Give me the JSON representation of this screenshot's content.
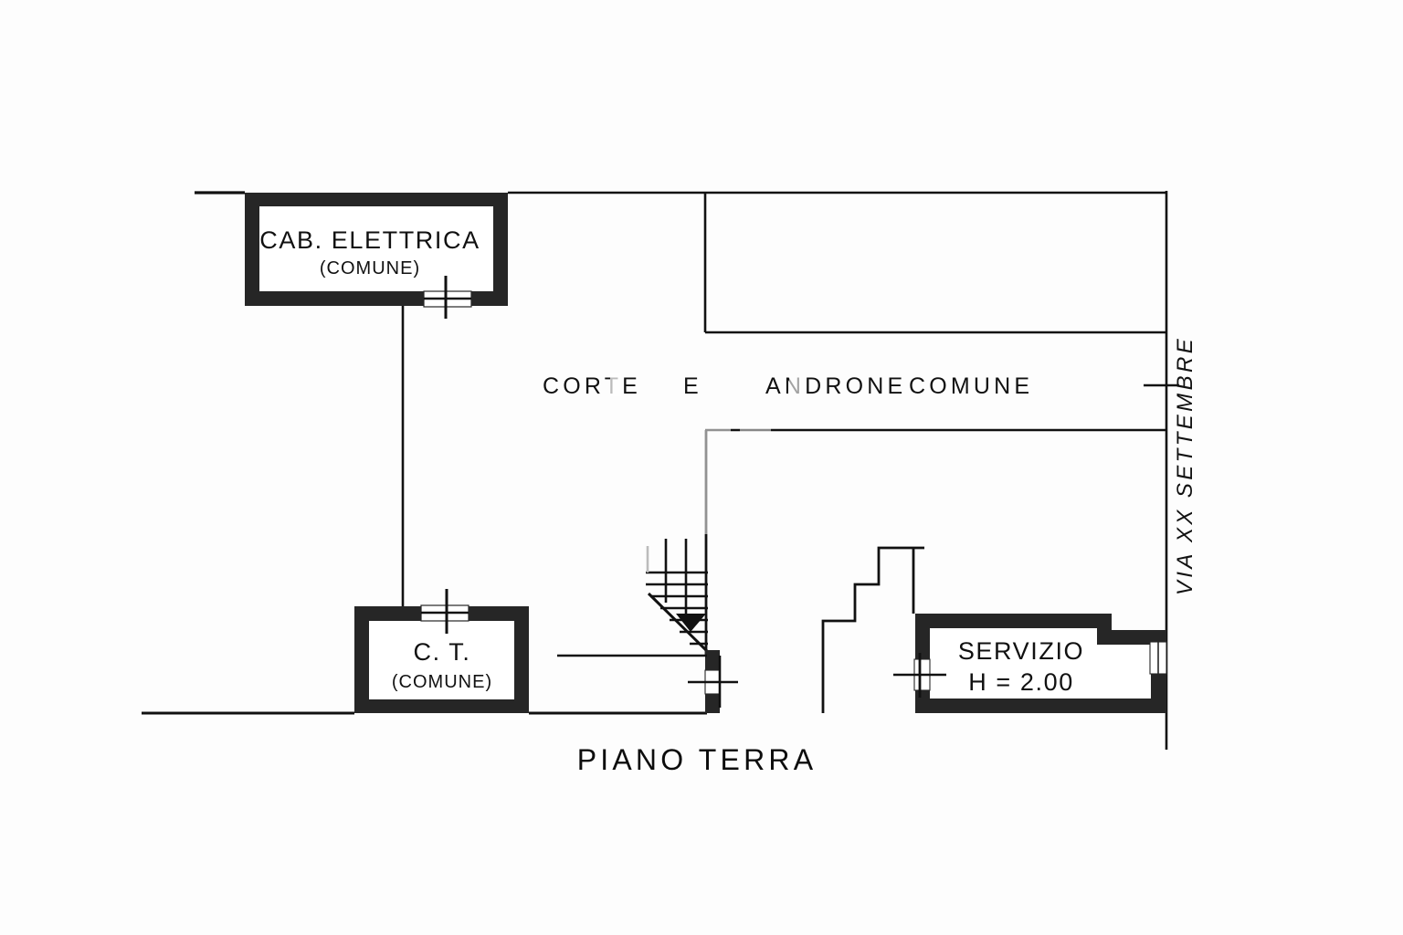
{
  "drawing": {
    "title": "PIANO TERRA",
    "street_label": "VIA XX SETTEMBRE",
    "courtyard_label_parts": {
      "part1": "CORTE",
      "part2": "E",
      "part3": "ANDRONE",
      "part4": "COMUNE"
    },
    "courtyard_label_full": "CORTE  E  ANDRONE  COMUNE",
    "background_color": "#fdfdfd",
    "line_color": "#111111",
    "wall_fill_color": "#262626"
  },
  "rooms": [
    {
      "id": "cab-elettrica",
      "name": "CAB. ELETTRICA",
      "subtitle": "(COMUNE)",
      "ownership": "COMUNE"
    },
    {
      "id": "centrale-termica",
      "name": "C. T.",
      "subtitle": "(COMUNE)",
      "ownership": "COMUNE"
    },
    {
      "id": "servizio",
      "name": "SERVIZIO",
      "subtitle": "H = 2.00",
      "height_label": "H = 2.00"
    }
  ],
  "features": [
    {
      "id": "staircase",
      "name": "stairs-down",
      "direction": "down"
    },
    {
      "id": "courtyard",
      "name": "courtyard-common-area"
    },
    {
      "id": "street-boundary",
      "name": "street-boundary-line"
    }
  ]
}
